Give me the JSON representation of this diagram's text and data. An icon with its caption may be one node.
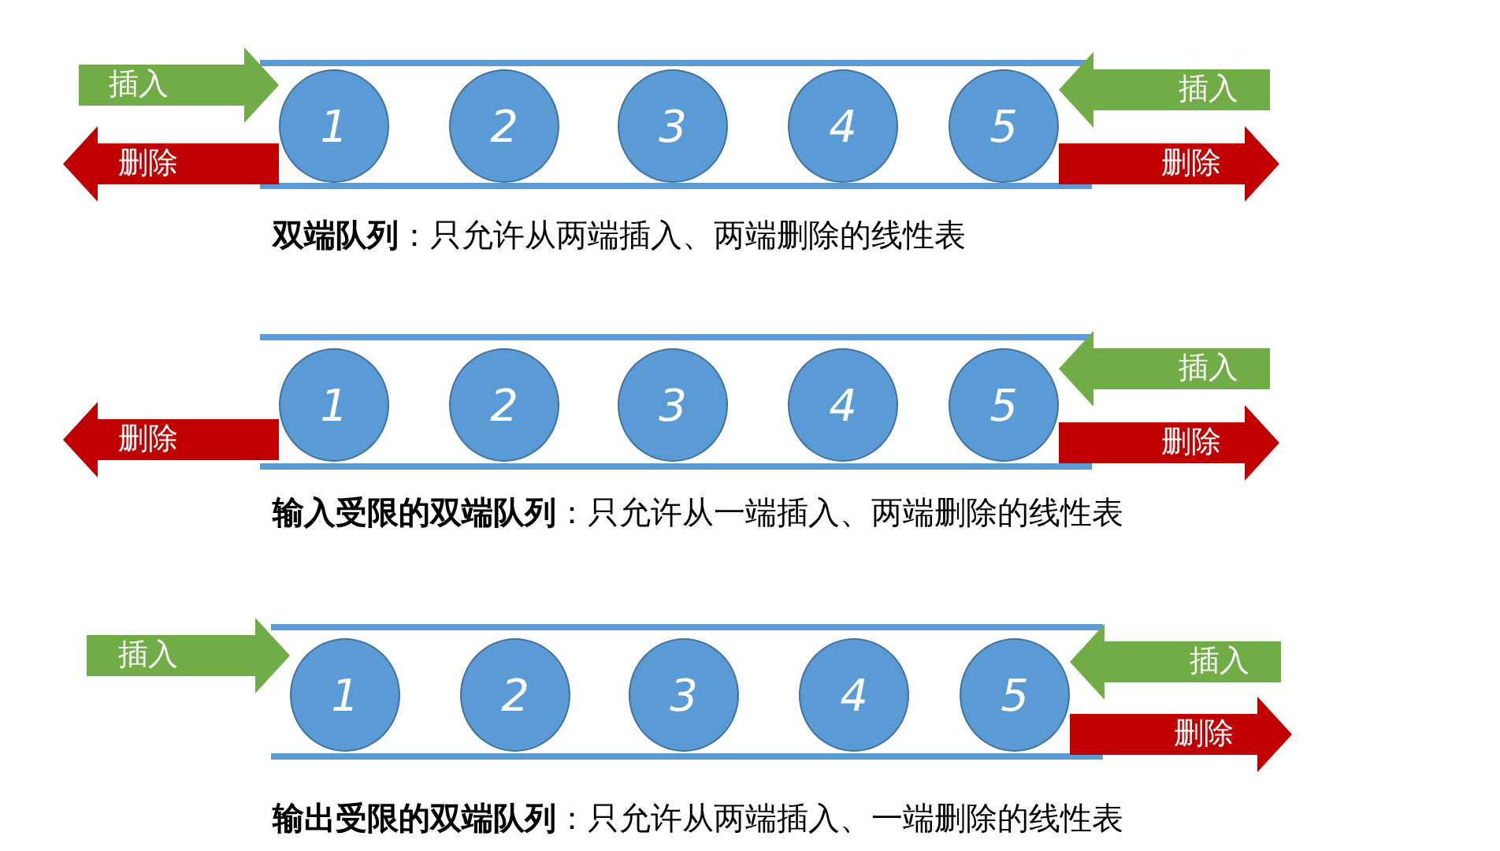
{
  "diagram": {
    "nodes": [
      {
        "text": [
          "1"
        ]
      },
      {
        "text": [
          "2"
        ]
      },
      {
        "text": [
          "3"
        ]
      },
      {
        "text": [
          "4"
        ]
      },
      {
        "text": [
          "5"
        ]
      },
      {
        "text": [
          "1"
        ]
      },
      {
        "text": [
          "2"
        ]
      },
      {
        "text": [
          "3"
        ]
      },
      {
        "text": [
          "4"
        ]
      },
      {
        "text": [
          "5"
        ]
      },
      {
        "text": [
          "1"
        ]
      },
      {
        "text": [
          "2"
        ]
      },
      {
        "text": [
          "3"
        ]
      },
      {
        "text": [
          "4"
        ]
      },
      {
        "text": [
          "5"
        ]
      }
    ],
    "edges": [
      {
        "from": null,
        "to": 0,
        "arrow": "to",
        "label": "插入"
      },
      {
        "from": 0,
        "to": null,
        "arrow": "to",
        "label": "删除",
        "color": "#c00000"
      },
      {
        "from": null,
        "to": 4,
        "arrow": "to",
        "label": "插入"
      },
      {
        "from": 4,
        "to": null,
        "arrow": "to",
        "label": "删除",
        "color": "#c00000"
      },
      {
        "from": 5,
        "to": null,
        "arrow": "to",
        "label": "删除",
        "color": "#c00000"
      },
      {
        "from": null,
        "to": 9,
        "arrow": "to",
        "label": "插入"
      },
      {
        "from": 9,
        "to": null,
        "arrow": "to",
        "label": "删除",
        "color": "#c00000"
      },
      {
        "from": null,
        "to": 10,
        "arrow": "to",
        "label": "插入"
      },
      {
        "from": null,
        "to": 14,
        "arrow": "to",
        "label": "插入"
      },
      {
        "from": 14,
        "to": null,
        "arrow": "to",
        "label": "删除",
        "color": "#c00000"
      }
    ],
    "labels": [
      "**双端队列**：只允许从两端插入、两端删除的线性表",
      "**输入受限的双端队列**：只允许从一端插入、两端删除的线性表",
      "**输出受限的双端队列**：只允许从两端插入、一端删除的线性表"
    ]
  }
}
